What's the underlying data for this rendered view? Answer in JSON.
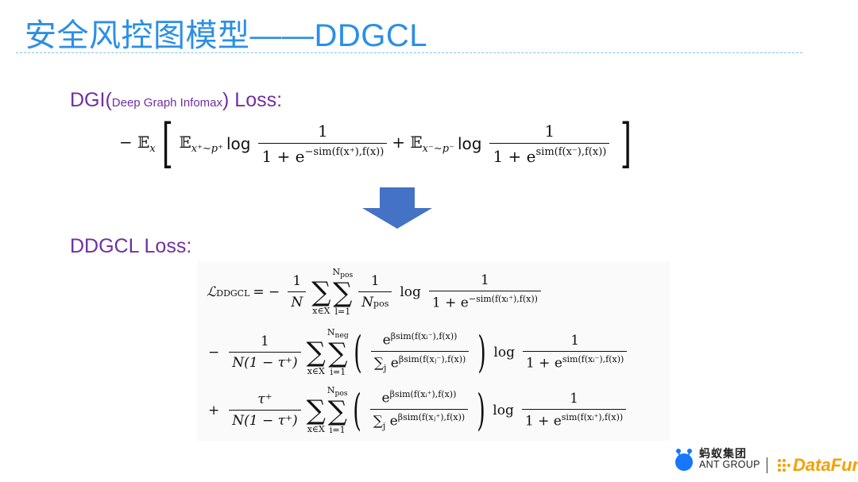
{
  "slide": {
    "title": "安全风控图模型——DDGCL",
    "dgi": {
      "label_main": "DGI(",
      "label_small": "Deep Graph Infomax",
      "label_end": ") Loss:"
    },
    "ddgcl": {
      "label": "DDGCL Loss:"
    }
  },
  "formula_dgi": {
    "lead": "− 𝔼",
    "lead_sub": "x",
    "e1": "𝔼",
    "e1_sub": "x⁺∼p⁺",
    "log": "log",
    "one": "1",
    "den1": "1 + e",
    "den1_sup": "−sim(f(x⁺),f(x))",
    "plus": "+ 𝔼",
    "e2_sub": "x⁻∼p⁻",
    "den2": "1 + e",
    "den2_sup": "sim(f(x⁻),f(x))"
  },
  "formula_ddgcl": {
    "lhs": "ℒ",
    "lhs_sub": "DDGCL",
    "eq": "= −",
    "one": "1",
    "N": "N",
    "sum": "∑",
    "under_x": "x∈X",
    "over_pos": "N",
    "over_pos_sub": "pos",
    "over_neg_sub": "neg",
    "under_l": "l=1",
    "under_i": "i=1",
    "Npos": "N",
    "Npos_sub": "pos",
    "log": "log",
    "den_a": "1 + e",
    "den_a_sup": "−sim(f(xₗ⁺),f(x))",
    "minus": "−",
    "plus": "+",
    "den_n": "N(1 − τ⁺)",
    "tau": "τ⁺",
    "exp_neg": "e",
    "exp_neg_sup": "βsim(f(xᵢ⁻),f(x))",
    "sum_j": "∑",
    "sum_j_sub": "j",
    "exp_neg_j_sup": "βsim(f(xⱼ⁻),f(x))",
    "den_b_sup": "sim(f(xᵢ⁻),f(x))",
    "exp_pos_sup": "βsim(f(xᵢ⁺),f(x))",
    "exp_pos_j_sup": "βsim(f(xⱼ⁺),f(x))",
    "den_c_sup": "sim(f(xᵢ⁺),f(x))"
  },
  "logos": {
    "ant_cn": "蚂蚁集团",
    "ant_en": "ANT GROUP",
    "datafun": "DataFun."
  },
  "colors": {
    "title": "#2b8fe6",
    "label": "#7030a0",
    "arrow": "#4472c4",
    "datafun": "#f5a000",
    "ant": "#1677ff"
  }
}
